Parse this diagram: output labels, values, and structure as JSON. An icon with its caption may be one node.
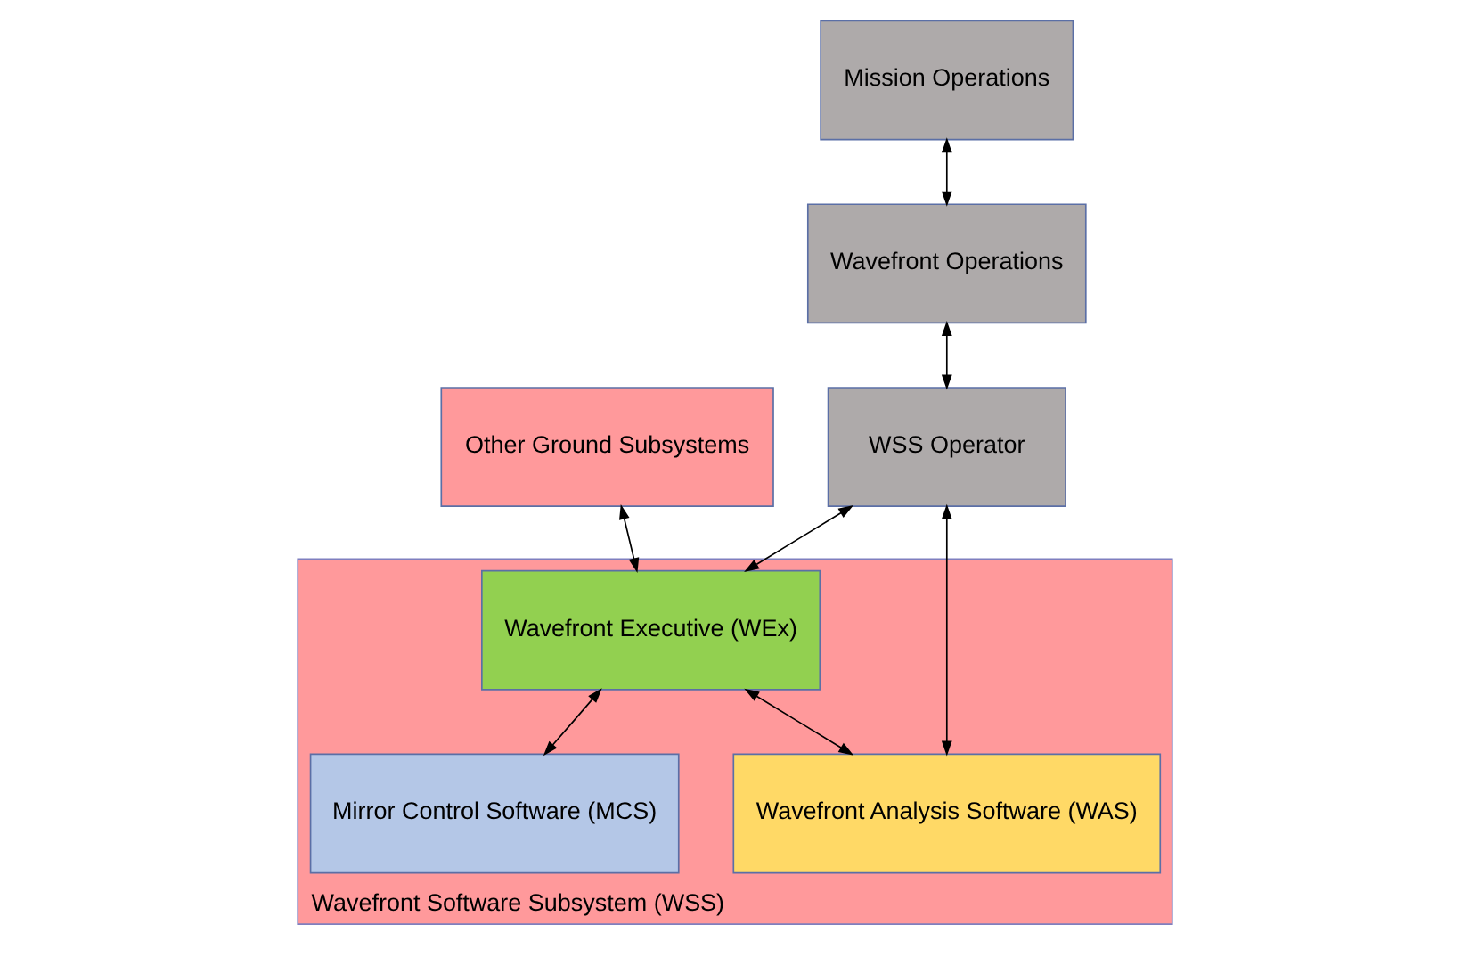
{
  "diagram": {
    "nodes": [
      {
        "text": [
          "Other Ground Subsystems"
        ]
      },
      {
        "text": [
          "Wavefront Software Subsystem (WSS)"
        ]
      },
      {
        "text": [
          "Wavefront Executive (WEx)"
        ],
        "in": 1
      },
      {
        "text": [
          "Mirror Control Software (MCS)"
        ],
        "in": 1
      },
      {
        "text": [
          "Wavefront Analysis Software (WAS)"
        ],
        "in": 1
      },
      {
        "text": [
          "Mission Operations"
        ]
      },
      {
        "text": [
          "Wavefront Operations"
        ]
      },
      {
        "text": [
          "WSS Operator"
        ]
      }
    ],
    "edges": [
      {
        "from": 0,
        "to": 2,
        "arrow": "both"
      },
      {
        "from": 2,
        "to": 3,
        "arrow": "both"
      },
      {
        "from": 2,
        "to": 4,
        "arrow": "both"
      },
      {
        "from": 5,
        "to": 6,
        "arrow": "both"
      },
      {
        "from": 6,
        "to": 7,
        "arrow": "both"
      },
      {
        "from": 7,
        "to": 4,
        "arrow": "both"
      },
      {
        "from": 7,
        "to": 2,
        "arrow": "both"
      }
    ]
  }
}
